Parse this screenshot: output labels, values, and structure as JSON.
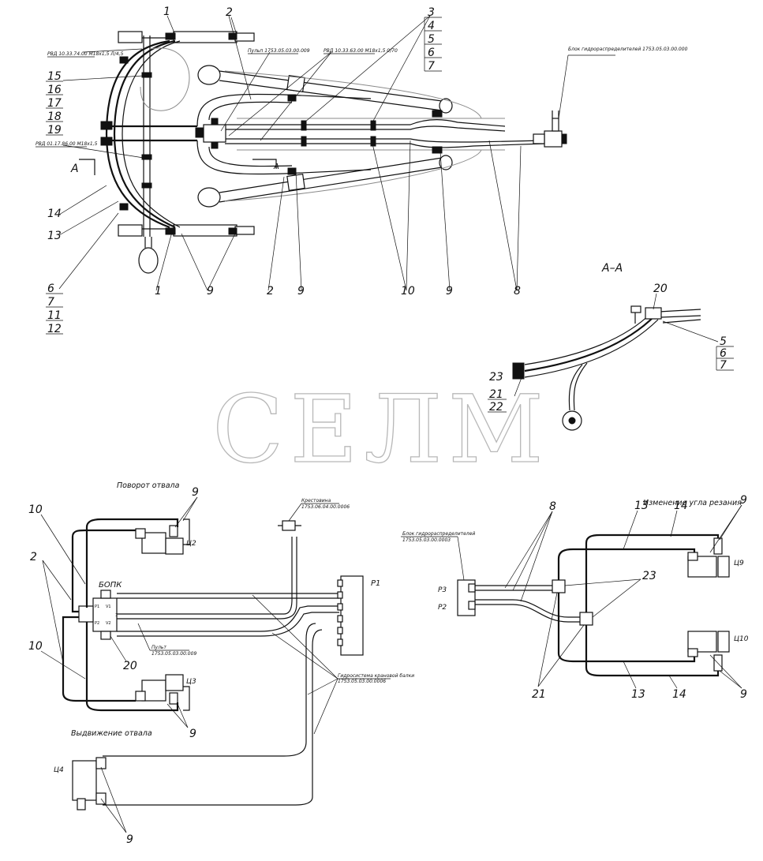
{
  "watermark": "СЕЛМ",
  "section_title": "А–А",
  "section_mark": "А",
  "captions": {
    "rotate": "Поворот отвала",
    "extend": "Выдвижение отвала",
    "angle": "Изменение угла резания"
  },
  "top_small_labels": {
    "rvd_left_top": "РВД 10.33.74.00 М18х1,5 Л/4,5",
    "rvd_left_mid": "РВД 01.17.86.00 М18х1,5",
    "pulp": "Пульп 1753.05.03.00.009",
    "rvd_mid": "РВД 10.33.63.00 М18х1,5 0/70",
    "block": "Блок гидрораспределителей 1753.05.03.00.000"
  },
  "callouts": {
    "c1": "1",
    "c2": "2",
    "c3": "3",
    "c4": "4",
    "c5": "5",
    "c6": "6",
    "c7": "7",
    "c8": "8",
    "c9": "9",
    "c10": "10",
    "c11": "11",
    "c12": "12",
    "c13": "13",
    "c14": "14",
    "c15": "15",
    "c16": "16",
    "c17": "17",
    "c18": "18",
    "c19": "19",
    "c20": "20",
    "c21": "21",
    "c22": "22",
    "c23": "23"
  },
  "bottom_labels": {
    "bopk": "БОПК",
    "p1": "Р1",
    "p2": "Р2",
    "p3": "Р3",
    "c2": "Ц2",
    "c3": "Ц3",
    "c4": "Ц4",
    "c9": "Ц9",
    "c10": "Ц10",
    "krest": "Крестовина",
    "krest_num": "1753.06.04.00.0006",
    "pulp": "Пульт",
    "pulp_num": "1753.05.03.00.009",
    "gidro": "Гидросистема крановой балки",
    "gidro_num": "1753.05.03.00.0006",
    "block_l1": "Блок гидрораспределителей",
    "block_num": "1753.05.03.00.0003",
    "port_p1": "Р1",
    "port_p2": "Р2",
    "port_v1": "V1",
    "port_v2": "V2",
    "port_1": "1"
  }
}
